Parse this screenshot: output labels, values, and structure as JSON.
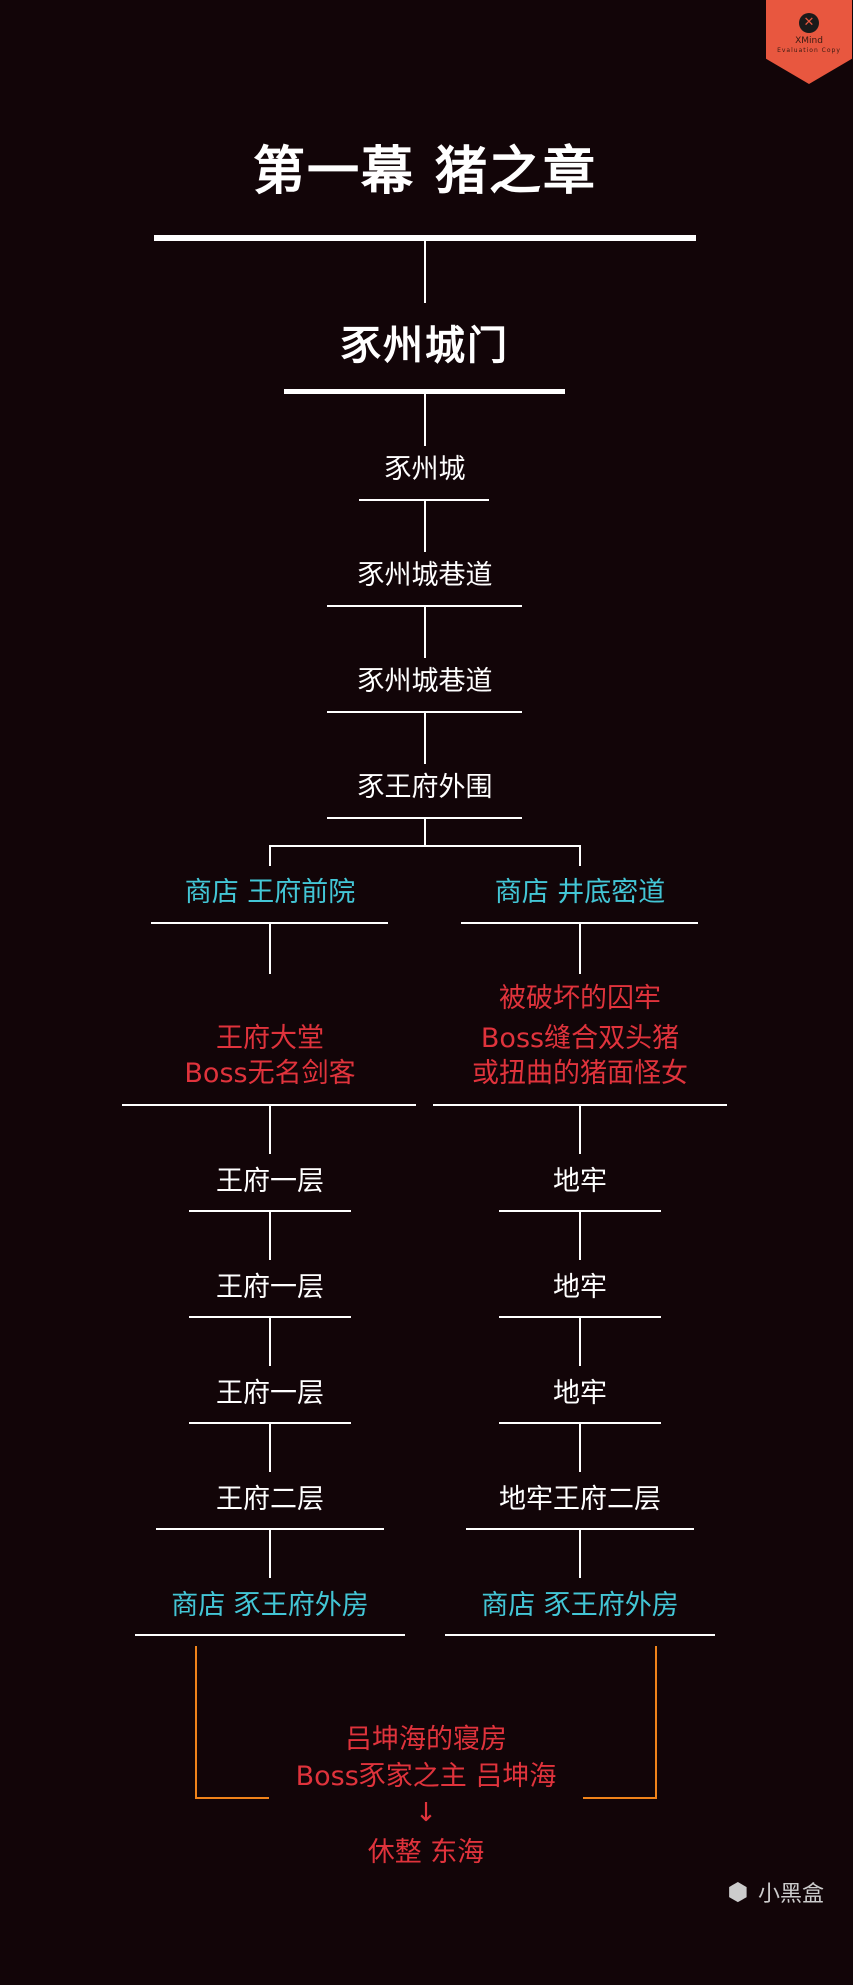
{
  "watermark": {
    "brand": "XMind",
    "subtitle": "Evaluation Copy",
    "logo_icon": "x-circle-icon"
  },
  "title": "第一幕 猪之章",
  "subtitle": "豕州城门",
  "main_chain": [
    "豕州城",
    "豕州城巷道",
    "豕州城巷道",
    "豕王府外围"
  ],
  "left_branch": {
    "shop": "商店 王府前院",
    "boss": [
      "王府大堂",
      "Boss无名剑客"
    ],
    "steps": [
      "王府一层",
      "王府一层",
      "王府一层",
      "王府二层"
    ],
    "end_shop": "商店 豕王府外房"
  },
  "right_branch": {
    "shop": "商店 井底密道",
    "boss": [
      "被破坏的囚牢",
      "Boss缝合双头猪",
      "或扭曲的猪面怪女"
    ],
    "steps": [
      "地牢",
      "地牢",
      "地牢",
      "地牢王府二层"
    ],
    "end_shop": "商店 豕王府外房"
  },
  "final": {
    "location": "吕坤海的寝房",
    "boss": "Boss豕家之主 吕坤海",
    "arrow": "↓",
    "rest": "休整 东海"
  },
  "footer": {
    "site": "小黑盒",
    "icon": "heihe-logo-icon"
  },
  "colors": {
    "background": "#120508",
    "text": "#ffffff",
    "shop": "#43c6d6",
    "boss": "#e0333c",
    "merge": "#f0831a",
    "badge": "#e8573f"
  }
}
